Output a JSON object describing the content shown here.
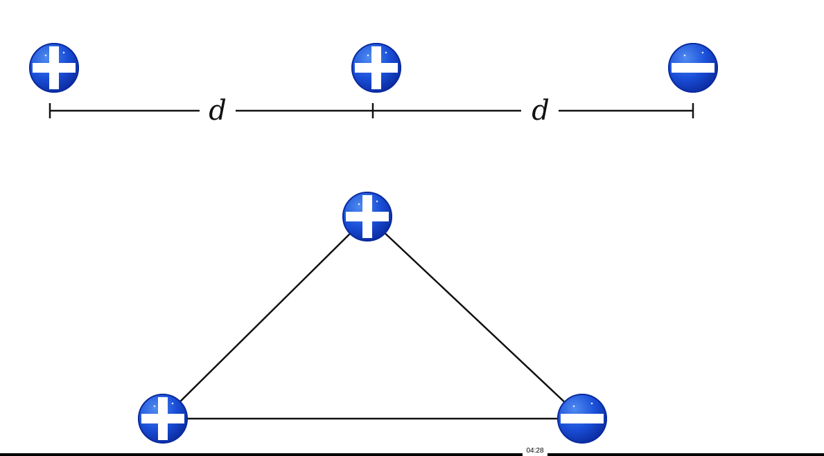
{
  "colors": {
    "charge_fill": "#1a4fd8",
    "charge_highlight": "#4f8af0",
    "charge_shadow": "#0b2a9e",
    "symbol": "#ffffff",
    "line": "#111111"
  },
  "linear_arrangement": {
    "charges": [
      {
        "sign": "positive",
        "icon": "plus-sign-icon"
      },
      {
        "sign": "positive",
        "icon": "plus-sign-icon"
      },
      {
        "sign": "negative",
        "icon": "minus-sign-icon"
      }
    ],
    "spacing_labels": [
      "d",
      "d"
    ]
  },
  "triangle_arrangement": {
    "charges": [
      {
        "vertex": "top",
        "sign": "positive",
        "icon": "plus-sign-icon"
      },
      {
        "vertex": "bottom-left",
        "sign": "positive",
        "icon": "plus-sign-icon"
      },
      {
        "vertex": "bottom-right",
        "sign": "negative",
        "icon": "minus-sign-icon"
      }
    ]
  },
  "player": {
    "timestamp": "04:28"
  }
}
